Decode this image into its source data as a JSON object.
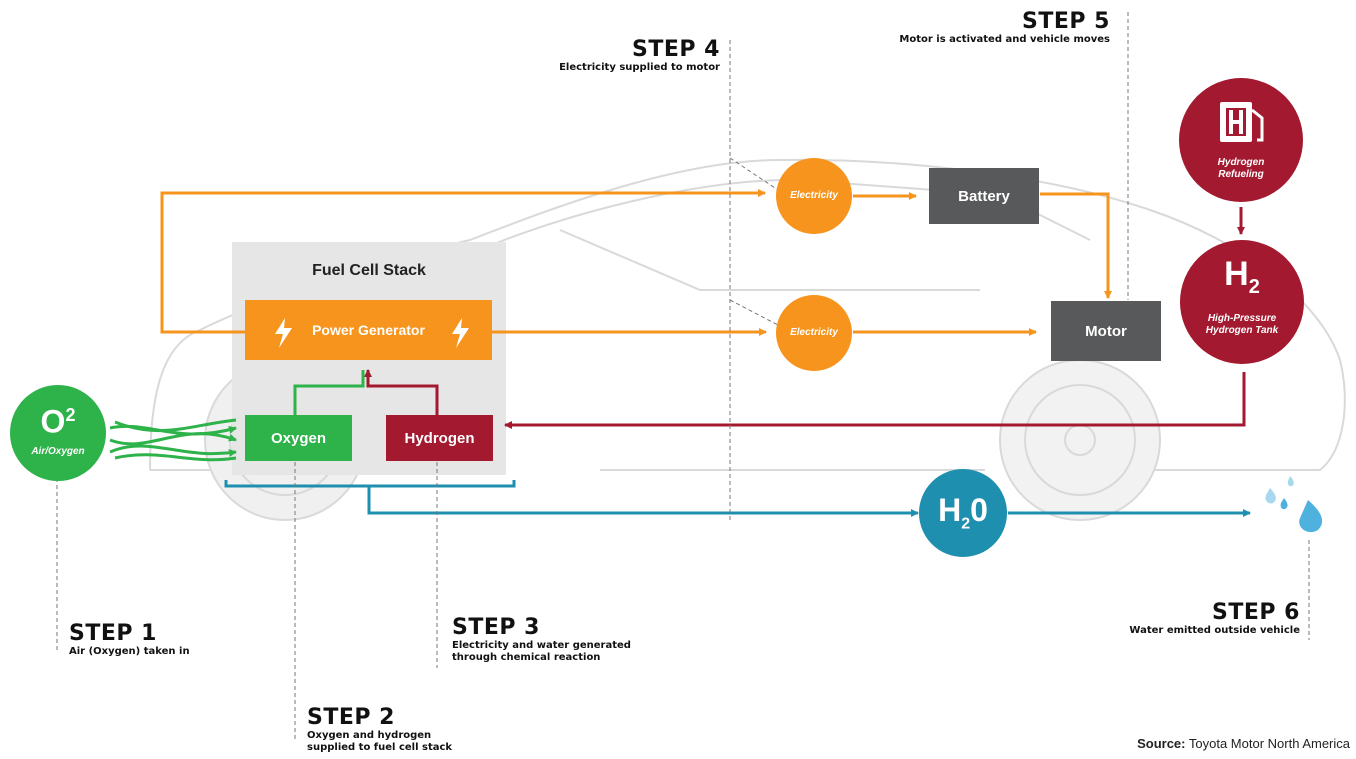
{
  "fuel_cell_stack": {
    "title": "Fuel Cell Stack",
    "power_generator": "Power Generator",
    "oxygen": "Oxygen",
    "hydrogen": "Hydrogen"
  },
  "nodes": {
    "electricity_top": "Electricity",
    "electricity_bottom": "Electricity",
    "battery": "Battery",
    "motor": "Motor",
    "o2_symbol": "O",
    "o2_superscript": "2",
    "o2_caption": "Air/Oxygen",
    "h2_symbol": "H",
    "h2_subscript": "2",
    "h2_tank_caption": "High-Pressure Hydrogen Tank",
    "refuel_letter": "H",
    "refuel_caption": "Hydrogen Refueling",
    "h2o_h": "H",
    "h2o_sub": "2",
    "h2o_o": "0"
  },
  "steps": [
    {
      "title": "STEP 1",
      "desc": "Air (Oxygen) taken in"
    },
    {
      "title": "STEP 2",
      "desc_line1": "Oxygen and hydrogen",
      "desc_line2": "supplied to fuel cell stack"
    },
    {
      "title": "STEP 3",
      "desc_line1": "Electricity and water generated",
      "desc_line2": "through chemical reaction"
    },
    {
      "title": "STEP 4",
      "desc": "Electricity supplied to motor"
    },
    {
      "title": "STEP 5",
      "desc": "Motor is activated and vehicle moves"
    },
    {
      "title": "STEP 6",
      "desc": "Water emitted outside vehicle"
    }
  ],
  "source": {
    "label": "Source:",
    "text": "Toyota Motor North America"
  },
  "colors": {
    "orange": "#F7941D",
    "green": "#2EB24A",
    "red": "#A3192F",
    "teal": "#1E8FAE",
    "gray_box": "#58595B",
    "stack_bg": "#E6E6E6",
    "car_outline": "#D9D9D9"
  }
}
